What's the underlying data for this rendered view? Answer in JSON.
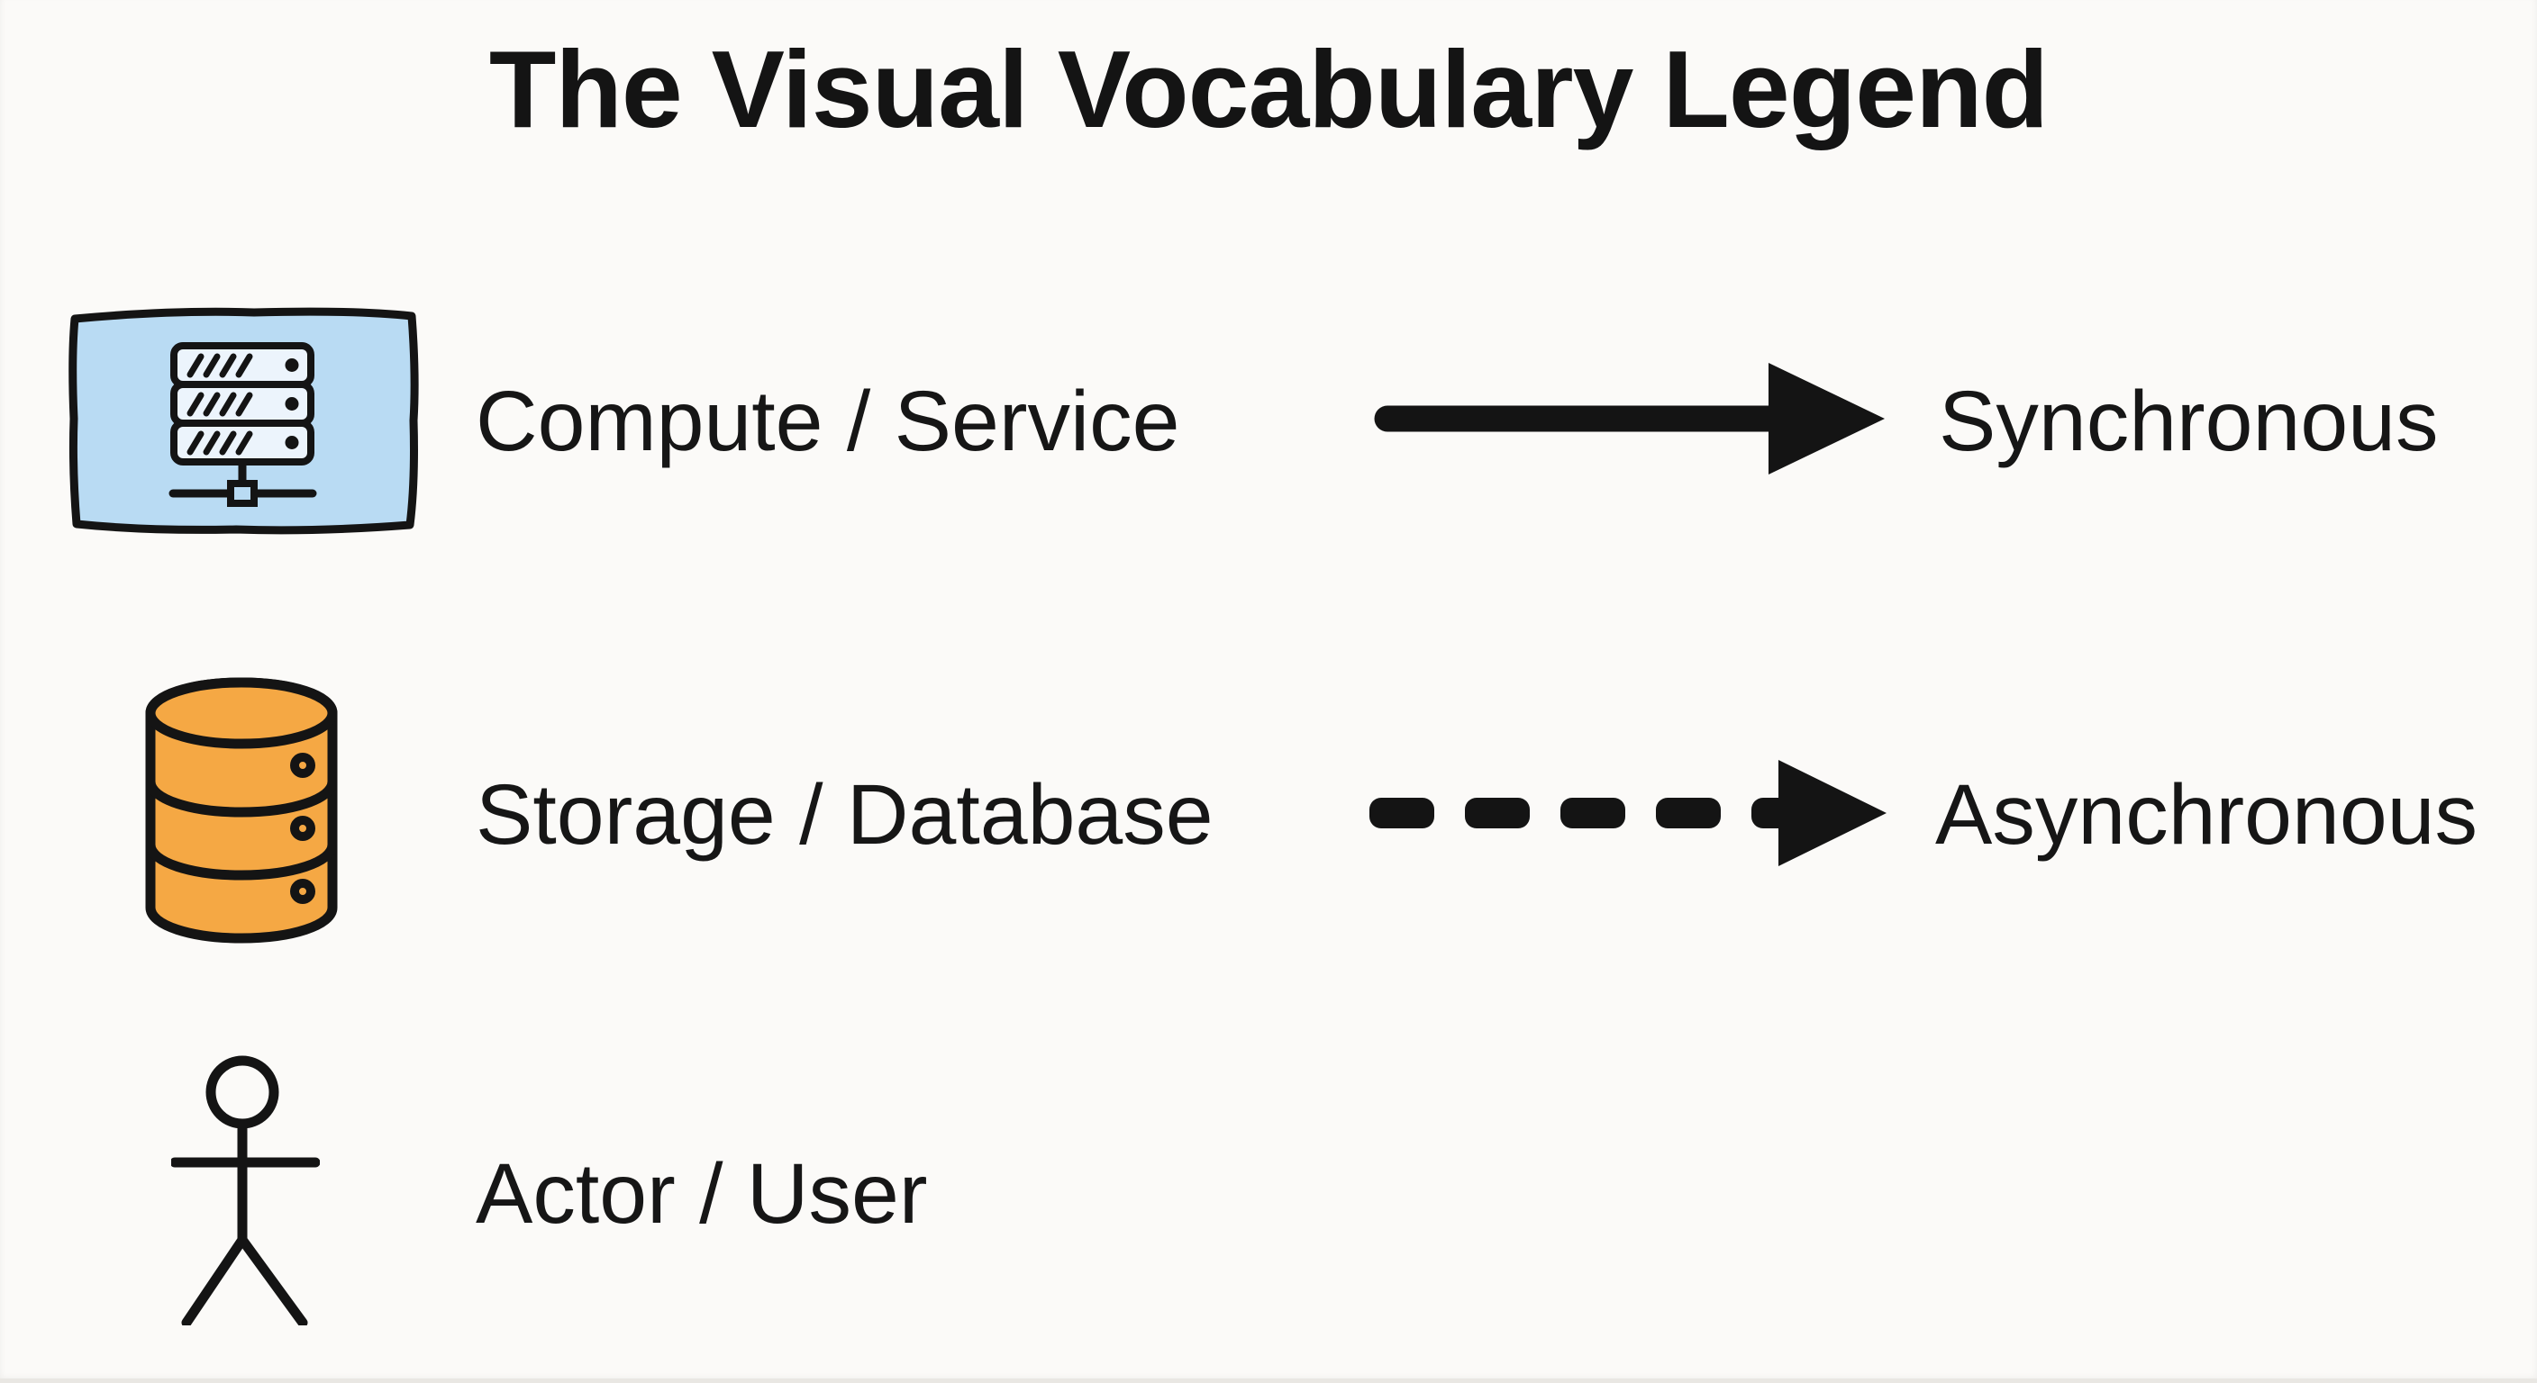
{
  "page": {
    "title": "The Visual Vocabulary Legend"
  },
  "colors": {
    "ink": "#141414",
    "background": "#fbfaf8",
    "compute_box_fill": "#b9dbf3",
    "compute_panel_fill": "#ecf4fc",
    "storage_fill": "#f5a844"
  },
  "legend": {
    "nodes": [
      {
        "id": "compute",
        "label": "Compute / Service",
        "icon": "server-rack-in-box"
      },
      {
        "id": "storage",
        "label": "Storage / Database",
        "icon": "database-cylinder"
      },
      {
        "id": "actor",
        "label": "Actor / User",
        "icon": "stick-figure"
      }
    ],
    "edges": [
      {
        "id": "synchronous",
        "label": "Synchronous",
        "line_style": "solid"
      },
      {
        "id": "asynchronous",
        "label": "Asynchronous",
        "line_style": "dashed"
      }
    ]
  }
}
